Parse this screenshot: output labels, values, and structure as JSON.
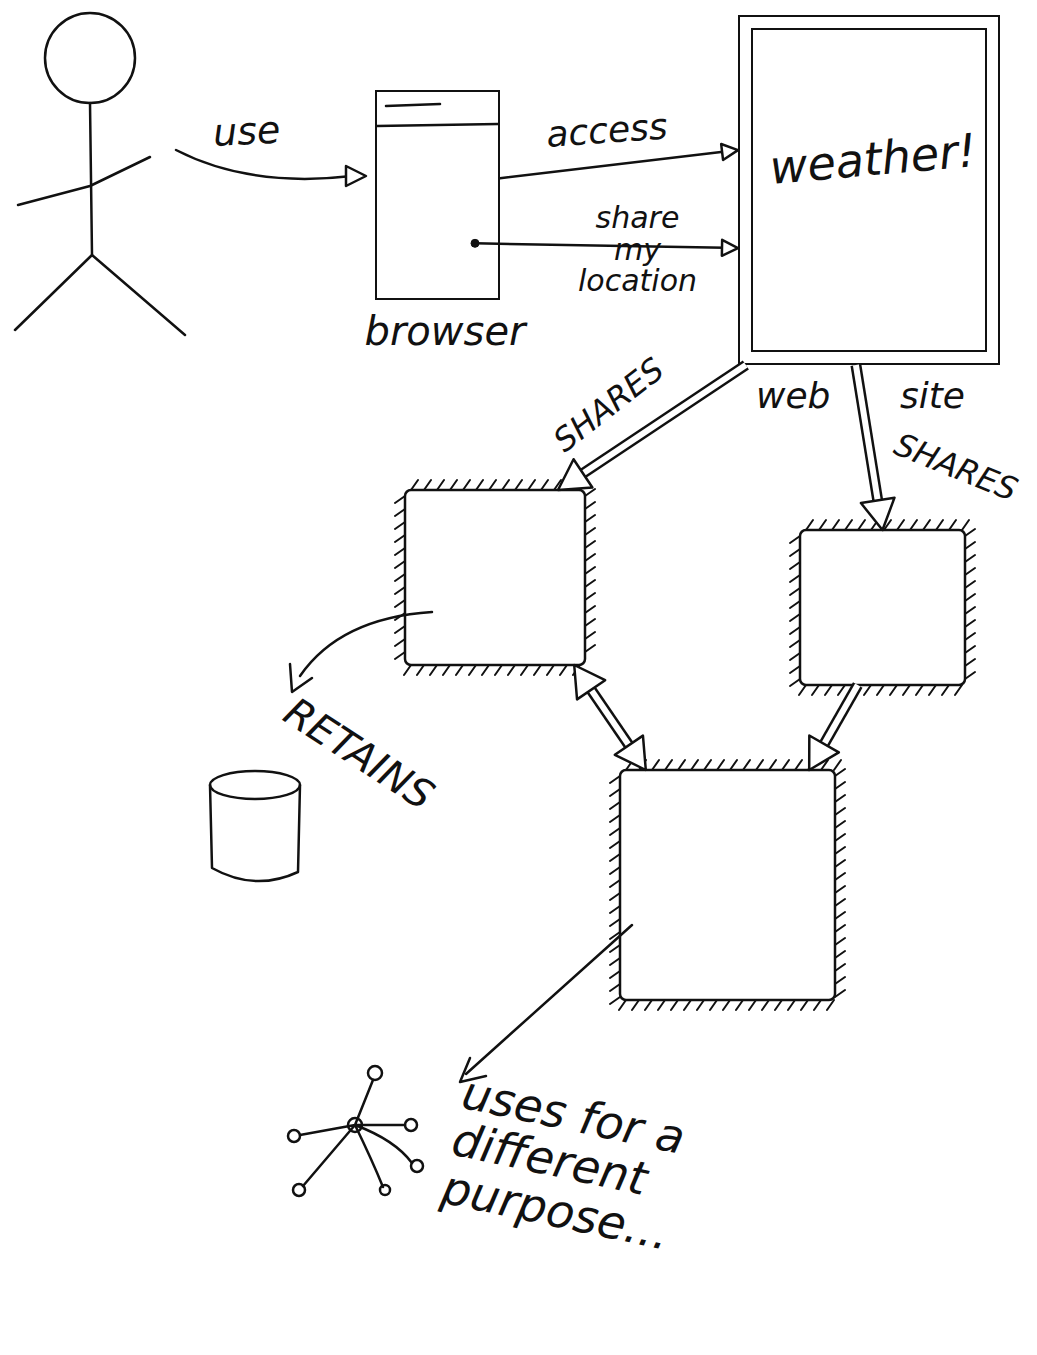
{
  "diagram": {
    "nodes": [
      {
        "text": [
          "browser"
        ]
      },
      {
        "text": [
          "weather!",
          "web site"
        ]
      },
      {
        "text": []
      },
      {
        "text": []
      },
      {
        "text": []
      }
    ],
    "edges": [
      {
        "from": 0,
        "to": 1,
        "arrow": "to",
        "label": "access"
      },
      {
        "from": 0,
        "to": 1,
        "arrow": "to",
        "label": "share my location"
      },
      {
        "from": 1,
        "to": 2,
        "arrow": "to",
        "label": "SHARES"
      },
      {
        "from": 1,
        "to": 3,
        "arrow": "to",
        "label": "SHARES"
      },
      {
        "from": 2,
        "to": 4,
        "arrow": "both"
      },
      {
        "from": 3,
        "to": 4,
        "arrow": "to"
      }
    ],
    "labels": [
      "use",
      "RETAINS",
      "uses for a different purpose..."
    ]
  }
}
